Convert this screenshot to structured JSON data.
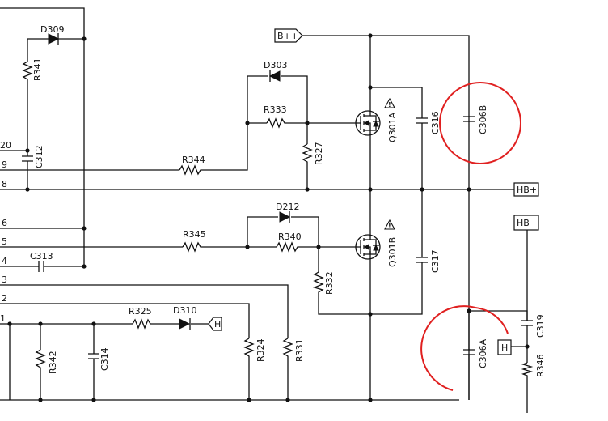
{
  "components": {
    "diodes": [
      "D309",
      "D303",
      "D212",
      "D310"
    ],
    "resistors": [
      "R341",
      "R333",
      "R327",
      "R344",
      "R345",
      "R340",
      "R332",
      "R325",
      "R342",
      "R324",
      "R331",
      "R346"
    ],
    "capacitors": [
      "C312",
      "C313",
      "C316",
      "C317",
      "C306B",
      "C306A",
      "C314",
      "C319"
    ],
    "transistors": [
      "Q301A",
      "Q301B"
    ]
  },
  "connectors": {
    "bpp": "B++",
    "hbplus": "HB+",
    "hbminus": "HB−",
    "h1": "H",
    "h2": "H"
  },
  "pins": [
    "20",
    "9",
    "8",
    "6",
    "5",
    "4",
    "3",
    "2",
    "1"
  ],
  "warning_symbol": "!",
  "highlight_color": "#e02020"
}
